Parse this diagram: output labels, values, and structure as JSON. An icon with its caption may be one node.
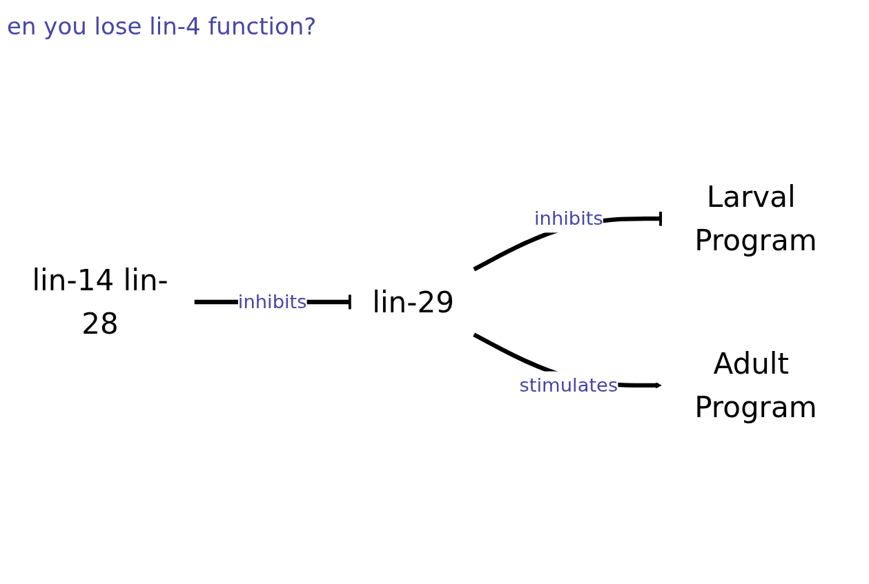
{
  "diagram": {
    "title": "en you lose lin-4 function?",
    "nodes": [
      {
        "text": [
          "lin-14 lin-28"
        ]
      },
      {
        "text": [
          "lin-29"
        ]
      },
      {
        "text": [
          "Larval Program"
        ]
      },
      {
        "text": [
          "Adult Program"
        ]
      }
    ],
    "edges": [
      {
        "from": 0,
        "to": 1,
        "arrow": "other",
        "label": "inhibits"
      },
      {
        "from": 1,
        "to": 2,
        "arrow": "other",
        "label": "inhibits"
      },
      {
        "from": 1,
        "to": 3,
        "arrow": "to",
        "label": "stimulates"
      }
    ]
  }
}
